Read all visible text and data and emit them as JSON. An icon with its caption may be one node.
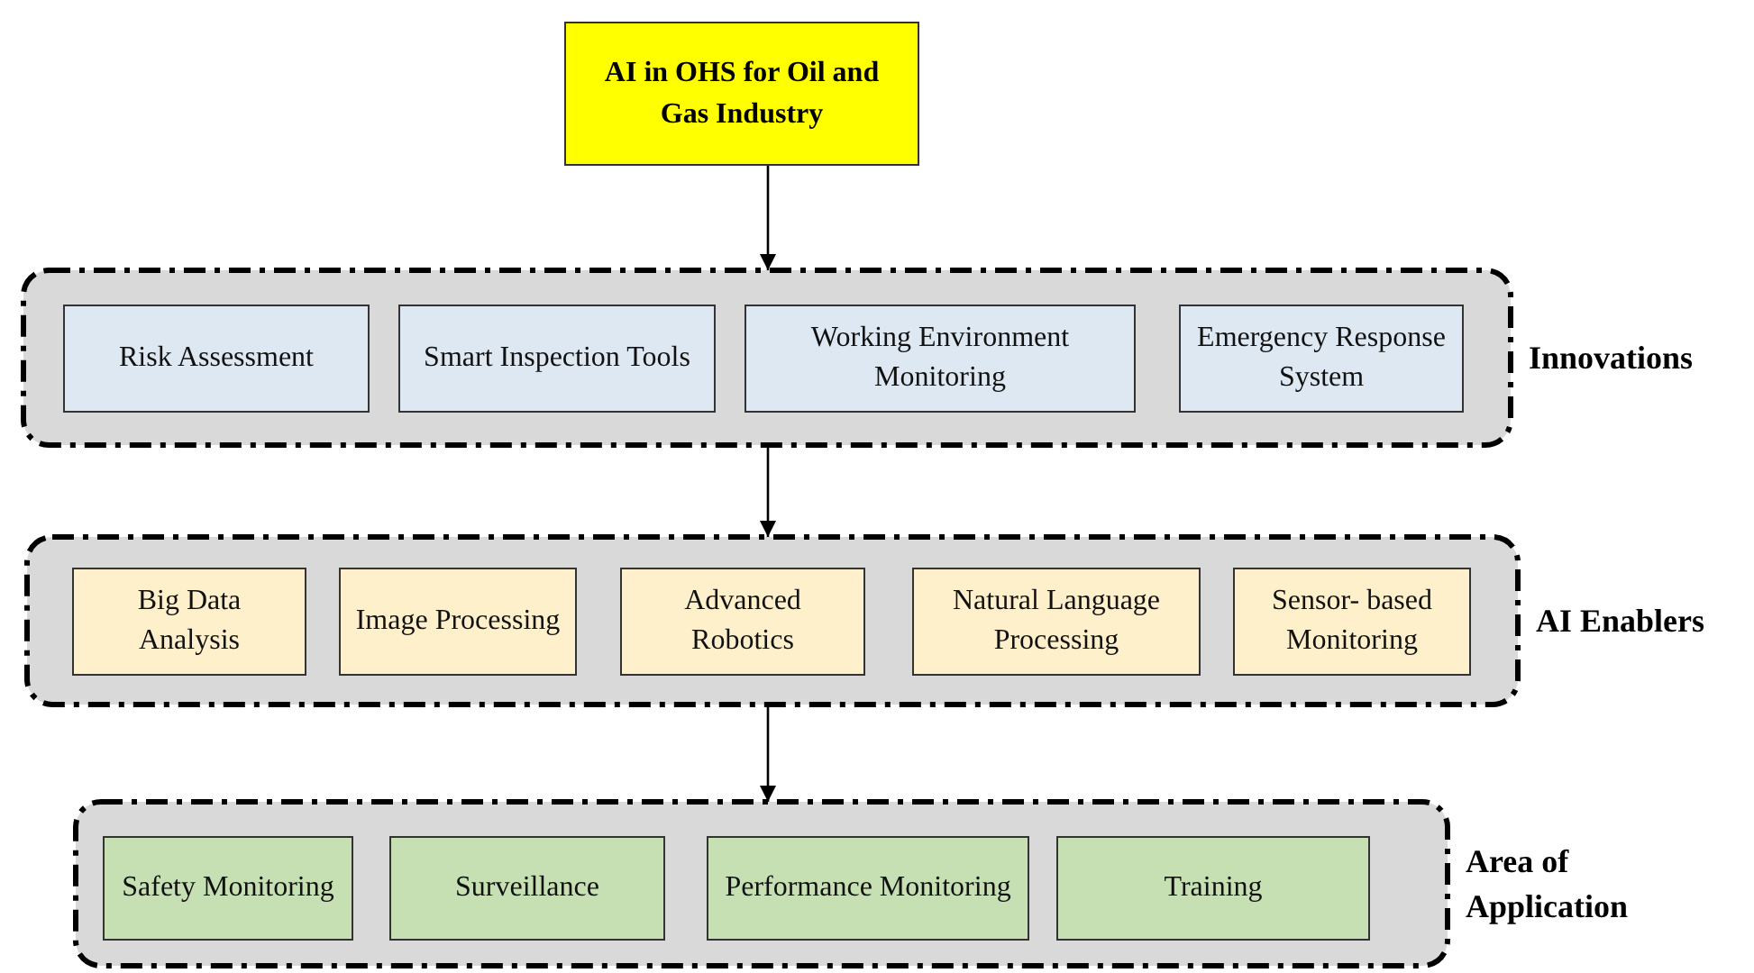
{
  "diagram": {
    "nodes": [
      {
        "text": [
          "AI in OHS for Oil and Gas Industry"
        ]
      },
      {
        "text": [
          "Innovations"
        ]
      },
      {
        "text": [
          "Risk Assessment"
        ],
        "in": 1
      },
      {
        "text": [
          "Smart Inspection Tools"
        ],
        "in": 1
      },
      {
        "text": [
          "Working Environment Monitoring"
        ],
        "in": 1
      },
      {
        "text": [
          "Emergency Response System"
        ],
        "in": 1
      },
      {
        "text": [
          "AI Enablers"
        ]
      },
      {
        "text": [
          "Big Data Analysis"
        ],
        "in": 6
      },
      {
        "text": [
          "Image Processing"
        ],
        "in": 6
      },
      {
        "text": [
          "Advanced Robotics"
        ],
        "in": 6
      },
      {
        "text": [
          "Natural Language Processing"
        ],
        "in": 6
      },
      {
        "text": [
          "Sensor- based Monitoring"
        ],
        "in": 6
      },
      {
        "text": [
          "Area of Application"
        ]
      },
      {
        "text": [
          "Safety Monitoring"
        ],
        "in": 12
      },
      {
        "text": [
          "Surveillance"
        ],
        "in": 12
      },
      {
        "text": [
          "Performance Monitoring"
        ],
        "in": 12
      },
      {
        "text": [
          "Training"
        ],
        "in": 12
      }
    ],
    "edges": [
      {
        "from": 0,
        "to": 1,
        "arrow": "to"
      },
      {
        "from": 1,
        "to": 6,
        "arrow": "to"
      },
      {
        "from": 6,
        "to": 12,
        "arrow": "to"
      }
    ]
  }
}
